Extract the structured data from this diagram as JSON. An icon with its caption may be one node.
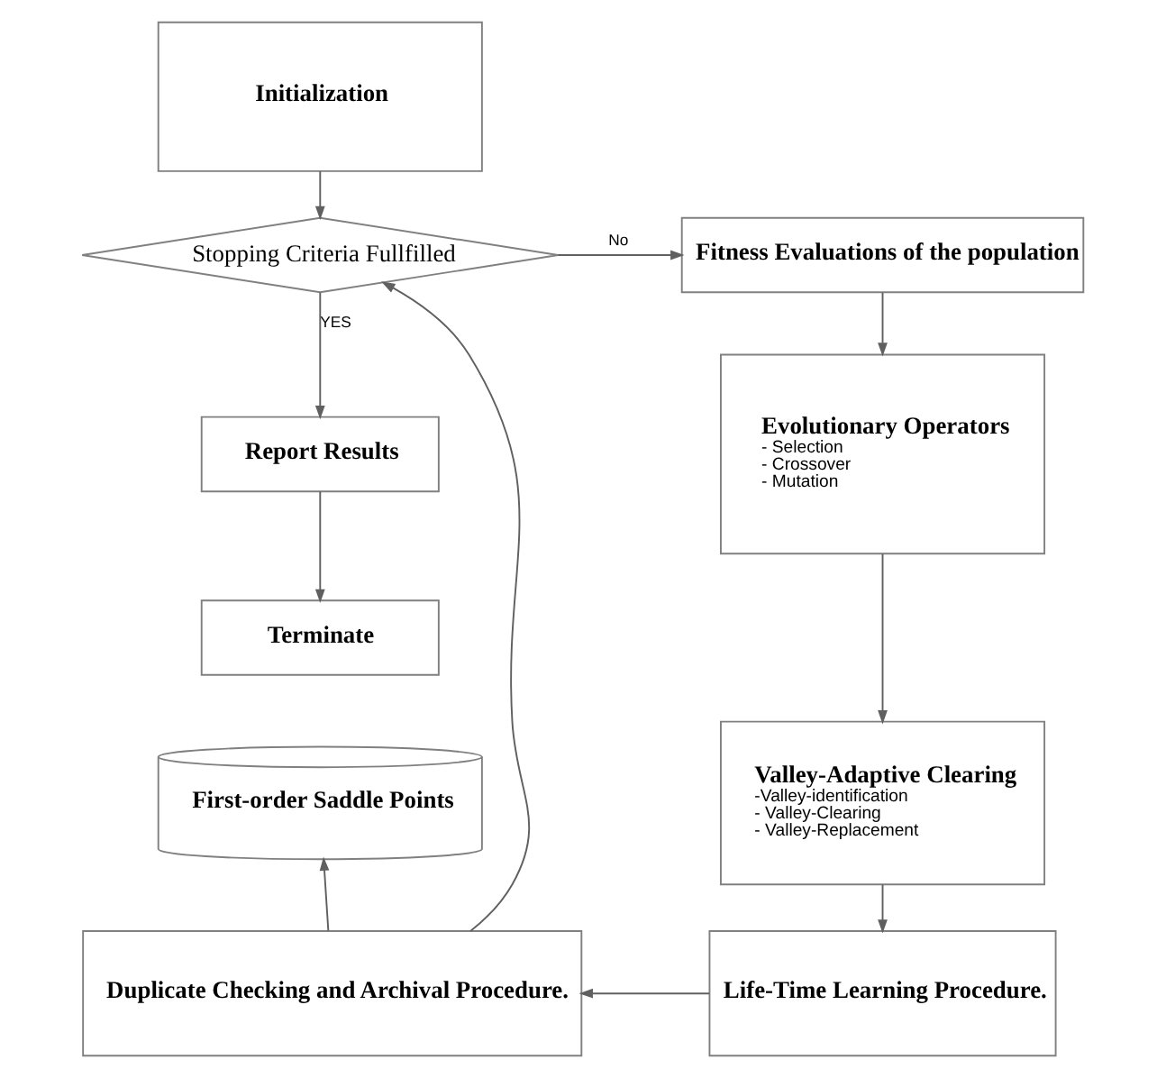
{
  "diagram": {
    "nodes": [
      {
        "text": [
          "Initialization"
        ]
      },
      {
        "text": [
          "Stopping Criteria Fullfilled"
        ]
      },
      {
        "text": [
          "Fitness Evaluations of the population"
        ]
      },
      {
        "text": [
          "Evolutionary Operators",
          "- Selection",
          "- Crossover",
          "- Mutation"
        ]
      },
      {
        "text": [
          "Valley-Adaptive Clearing",
          "-Valley-identification",
          "- Valley-Clearing",
          "- Valley-Replacement"
        ]
      },
      {
        "text": [
          "Life-Time Learning Procedure."
        ]
      },
      {
        "text": [
          "Duplicate Checking and Archival Procedure."
        ]
      },
      {
        "text": [
          "First-order Saddle Points"
        ]
      },
      {
        "text": [
          "Report Results"
        ]
      },
      {
        "text": [
          "Terminate"
        ]
      }
    ],
    "edges": [
      {
        "from": 0,
        "to": 1,
        "arrow": "to"
      },
      {
        "from": 1,
        "to": 2,
        "arrow": "to",
        "label": "No"
      },
      {
        "from": 1,
        "to": 8,
        "arrow": "to",
        "label": "YES"
      },
      {
        "from": 8,
        "to": 9,
        "arrow": "to"
      },
      {
        "from": 2,
        "to": 3,
        "arrow": "to"
      },
      {
        "from": 3,
        "to": 4,
        "arrow": "to"
      },
      {
        "from": 4,
        "to": 5,
        "arrow": "to"
      },
      {
        "from": 5,
        "to": 6,
        "arrow": "to"
      },
      {
        "from": 6,
        "to": 1,
        "arrow": "to"
      },
      {
        "from": 6,
        "to": 7,
        "arrow": "to"
      }
    ]
  }
}
